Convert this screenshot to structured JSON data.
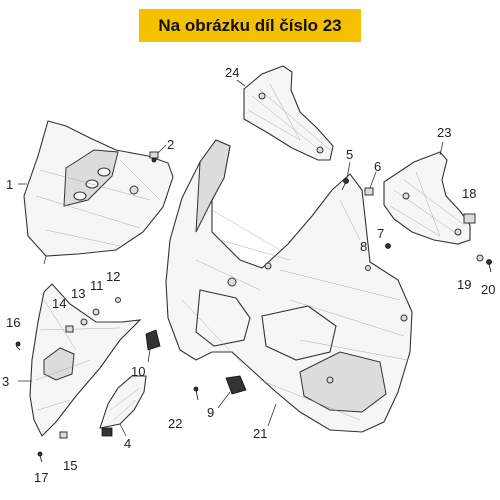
{
  "banner": {
    "text": "Na obrázku díl číslo 23",
    "color": "#f5c000"
  },
  "callouts": {
    "c1": "1",
    "c2": "2",
    "c3": "3",
    "c4": "4",
    "c5": "5",
    "c6": "6",
    "c7": "7",
    "c8": "8",
    "c9": "9",
    "c10": "10",
    "c11": "11",
    "c12": "12",
    "c13": "13",
    "c14": "14",
    "c15": "15",
    "c16": "16",
    "c17": "17",
    "c18": "18",
    "c19": "19",
    "c20": "20",
    "c21": "21",
    "c22": "22",
    "c23": "23",
    "c24": "24"
  }
}
